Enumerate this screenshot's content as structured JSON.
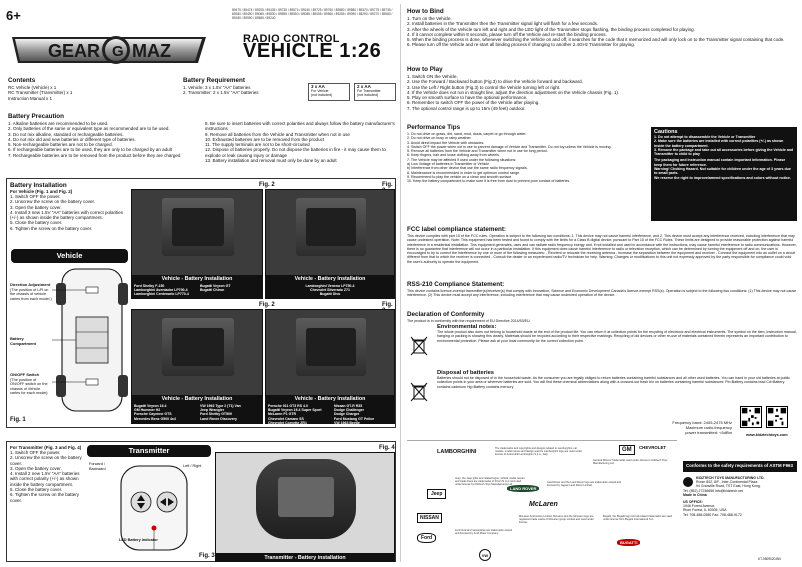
{
  "header": {
    "age": "6+",
    "model_codes": "89475 / 89474 / 89205 / 89435 / 89735 / 89574 / 89240 / 89725 / 89760 / 89880 / 89580 / 89370 / 89775 / 89735 / 89280 / 89490 / 89065 / 89830 / 89595 / 89550 / 89085 / 89055 / 89560 / 89255 / 89090 / 89290 / 89270 / 89580 / 89180 / 89590 / 89565 / 89240",
    "logo_text": "GEAR MAZ",
    "rc_title": "RADIO CONTROL",
    "rc_vehicle": "VEHICLE 1:26"
  },
  "contents": {
    "title": "Contents",
    "items": [
      "RC Vehicle (Vehicle) x 1",
      "RC Transmitter (Transmitter) x 1",
      "Instruction Manual x 1"
    ]
  },
  "battery_req": {
    "title": "Battery Requirement",
    "items": [
      "1.  Vehicle: 3 x 1.5V \"AA\" batteries",
      "2.  Transmitter: 2 x 1.5V \"AA\" batteries"
    ],
    "box1": {
      "label": "3 x AA",
      "line1": "For Vehicle",
      "line2": "(not included)"
    },
    "box2": {
      "label": "2 x AA",
      "line1": "For Transmitter",
      "line2": "(not included)"
    }
  },
  "precaution": {
    "title": "Battery Precaution",
    "left": [
      "1.  Alkaline batteries are recommended to be used.",
      "2.  Only batteries of the same or equivalent type as recommended are to be used.",
      "3.  Do not mix alkaline, standard or rechargeable batteries.",
      "4.  Do not mix old and new batteries or different type of batteries.",
      "5.  Non-rechargeable batteries are not to be charged.",
      "6.  If rechargeable batteries are to be used, they are only to be charged by an adult",
      "7.  Rechargeable batteries are to be removed from the product before they are charged"
    ],
    "right": [
      "8.  Be sure to insert batteries with correct polarities and always follow the battery manufacturer's instructions",
      "9.  Remove all batteries from the Vehicle and Transmitter when not in use",
      "10. Exhausted batteries are to be removed from the product",
      "11. The supply terminals are not to be short-circuited",
      "12. Dispose of batteries properly. Do not dispose the batteries in fire - it may cause them to explode or leak causing injury or damage",
      "13. Battery installation and removal must only be done by an adult"
    ]
  },
  "battery_install": {
    "title": "Battery  Installation",
    "subtitle": "For Vehicle (Fig. 1 and Fig. 2)",
    "steps": [
      "1.  Switch OFF the power.",
      "2.  Unscrew the screw on the battery cover.",
      "3.  Open the battery cover.",
      "4.  Install 3 new 1.5V \"AA\" batteries with correct polarities (+/-) as shown inside the battery compartment.",
      "5.  Close the battery cover.",
      "6.  Tighten the screw on the battery cover."
    ],
    "vehicle_label": "Vehicle",
    "direction_title": "Direction Adjustment",
    "direction_text": "(The position of L/R on the chassis of vehicle varies from each model.)",
    "battery_comp": "Battery Compartment",
    "onoff_title": "ON/OFF Switch",
    "onoff_text": "(The position of ON/OFF switch on the chassis of Vehicle varies for each model)",
    "fig1": "Fig. 1",
    "fig2": "Fig. 2",
    "cap_top_left": "Vehicle - Battery Installation",
    "cap_top_right": "Vehicle - Battery Installation",
    "cap_bottom_left": "Vehicle - Battery Installation",
    "cap_bottom_right": "Vehicle - Battery Installation",
    "list_tl_a": "Ford Shelby F-150\nLamborghini Aventador LP700-4\nLamborghini Centenario LP770-4",
    "list_tl_b": "Bugatti Veyron GT\nBugatti Chiron",
    "list_tr": "Lamborghini Veneno LP750-4\nChevrolet Silverado Z71\nBugatti Divo",
    "list_bl_a": "Bugatti Veyron 16.4\nGM Hummer H2\nPorsche Cayenne GTS\nMercedes Benz G500 4x4",
    "list_bl_b": "VW 1963 Type 2 (T1) Van\nJeep Wrangler\nFord Shelby GT500\nLand Rover Discovery",
    "list_br_a": "Porsche 911 GT3 RS 4.0\nBugatti Veyron 16.4 Super Sport\nMcLaren P1 GTR\nChevrolet Camaro SS\nChevrolet Corvette ZR1",
    "list_br_b": "Nissan GT-R R35\nDodge Challenger\nDodge Charger\nFord Mustang GT Police\nVW 1963 Beetle"
  },
  "transmitter": {
    "subtitle": "For Transmitter (Fig. 3 and Fig. 4)",
    "steps": [
      "1.  Switch OFF the power.",
      "2.  Unscrew the screw on the battery cover.",
      "3.  Open the battery cover.",
      "4.  Install 2 new 1.5V \"AA\" batteries with correct polarity (+/-) as shown inside the battery compartment.",
      "5.  Close the battery cover.",
      "6.  Tighten the screw on the battery cover."
    ],
    "label": "Transmitter",
    "forward": "Forward / Backward",
    "leftright": "Left / Right",
    "led": "LED Battery Indicator",
    "fig3": "Fig. 3",
    "fig4": "Fig. 4",
    "cap": "Transmitter - Battery installation"
  },
  "bind": {
    "title": "How to Bind",
    "steps": [
      "1.  Turn on the Vehicle.",
      "2.  Install batteries in the Transmitter then the Transmitter signal light will flash for a few seconds.",
      "3.  After the wheels of the Vehicle turn left and right and the LED light of the Transmitter stops flashing, the binding process completed for playing.",
      "4.  If it cannot complete within 8 seconds, please turn off the Vehicle and re-start the binding process.",
      "5.  When the binding process is done, whenever switching the Vehicle on and off, it searches for the code that it memorized and will only lock on to the Transmitter signal containing that code.",
      "6.  Please turn off the Vehicle and re-start all binding process if changing to another 2.4GHz Transmitter for playing."
    ]
  },
  "play": {
    "title": "How to Play",
    "steps": [
      "1.  Switch ON the Vehicle.",
      "2.  Use the Forward / Backward button (Fig.3) to drive the Vehicle forward and backward.",
      "3.  Use the Left / Right button (Fig.3) to control the Vehicle turning left or right.",
      "4.  If the Vehicle does not run in straight line, adjust the direction adjustment on the Vehicle chassis (Fig. 1).",
      "5.  Play on smooth surface to have the optional performance.",
      "6.  Remember to switch OFF the power of the Vehicle after playing.",
      "7.  The optional control range is up to 15m (49 feet) outdoor."
    ]
  },
  "perf": {
    "title": "Performance Tips",
    "steps": [
      "1.  Do not drive on grass, dirt, sand, mud, dusts, carpet or go through water.",
      "2.  Do not drive on busy or rainy weather.",
      "3.  Avoid direct impact the Vehicle with obstacles.",
      "4.  Switch OFF the power when not in use to prevent damage of Vehicle and Transmitter. Do not toy unless the Vehicle is moving.",
      "5.  Remove all batteries from the Vehicle and Transmitter when not in use for long period.",
      "6.  Keep fingers, hair and loose clothing away from wheels.",
      "7.  The Vehicle may be affected if used under the following situations:",
      "     a) Low Voltage of batteries in Transmitter or Vehicle",
      "     b) Interference from other device that use the same radio frequency signals.",
      "8.  Maintenance is recommended in order to get optimum control range.",
      "9.  Recommend to play the vehicle on a clean and smooth surface.",
      "10. Keep the battery compartment to make sure it is free from dust to prevent poor contact of batteries."
    ]
  },
  "cautions": {
    "title": "Cautions",
    "items": [
      "1.  Do not attempt to disassemble the Vehicle or Transmitter",
      "2.  Make sure the batteries are installed with correct polarities (+/-) as shown inside the battery compartment.",
      "3.  Remove the package and take out all accessories before giving the Vehicle and Transmitter to child to play"
    ],
    "note1": "The packaging and instruction manual contain important information. Please keep them for future reference.",
    "note2": "Warning! Choking Hazard. Not suitable for children under the age of 3 years due to small parts.",
    "note3": "We reserve the right to improve/amend specifications and colors without notice."
  },
  "fcc": {
    "title": "FCC label compliance statement:",
    "text": "This device complies with part 15 of the FCC rules. Operation is subject to the following two conditions: 1. This device may not cause harmful interference, and 2. This device must accept any interference received, including interference that may cause undesired operation. Note: This equipment has been tested and found to comply with the limits for a Class B digital device, pursuant to Part 15 of the FCC Rules. These limits are designed to provide reasonable protection against harmful interference in a residential installation. This equipment generates, uses and can radiate radio frequency energy and, if not installed and used in accordance with the instructions, may cause harmful interference to radio communications. However, there is no guarantee that interference will not occur in a particular installation. If this equipment does cause harmful interference to radio or television reception, which can be determined by turning the equipment off and on, the user is encouraged to try to correct the interference by one or more of the following measures: - Reorient or relocate the receiving antenna - Increase the separation between the equipment and receiver - Connect the equipment into an outlet on a circuit different from that to which the receiver is connected - Consult the dealer or an experienced radio/TV technician for help. Warning: Changes or modifications to this unit not expressly approved by the party responsible for compliance could void the user's authority to operate the equipment."
  },
  "rss": {
    "title": "RSS-210 Compliance Statement:",
    "text": "This device contains licence-exempt transmitter(s)/receiver(s) that comply with Innovation, Science and Economic Development Canada's licence-exempt RSS(s). Operation is subject to the following two conditions: (1) This device may not cause interference. (2) This device must accept any interference, including interference that may cause undesired operation of the device."
  },
  "doc": {
    "title": "Declaration of Conformity",
    "text": "The product is in conformity with the requirement of EU Directive 2014/53/EU."
  },
  "env": {
    "title": "Environmental notes:",
    "text": "The whole product also does not belong to household waste at the end of the product life. You can return it at collection points for the recycling of electronic and electrical instruments. The symbol on the item, instruction manual, hanging or packing is showing this clearly. Materials should be recycled according to their respective markings. Recycling of old devices or other re-use of materials contained therein represents an important contribution to environmental protection. Please ask at your local community for the correct collection point.",
    "batt_title": "Disposal of batteries",
    "batt_text": "Batteries should not be disposed of in the household waste. As the consumer you are legally obliged to return batteries containing harmful substances and all other used batteries. You can hand in your old batteries at public collection points in your area or wherever batteries are sold. You will find these chemical abbreviations along with a crossed-out trash bin on batteries containing harmful substances: Pb=Battery contains lead Cd=Battery contains cadmium Hg=Battery contains mercury"
  },
  "freq": {
    "line1": "Frequency band: 2405-2475 MHz",
    "line2": "Maximum radio-frequency",
    "line3": "power transmitted: <5dBm",
    "site": "www.kidztechtoys.com"
  },
  "licenses": {
    "jeep": "Jeep",
    "gm": "GM",
    "chevrolet": "CHEVROLET",
    "nissan": "NISSAN",
    "landrover": "LAND ROVER",
    "mclaren": "McLaren",
    "ford": "Ford",
    "bugatti": "BUGATTI",
    "vw": "VW",
    "lamborghini": "LAMBORGHINI",
    "text_jeep": "Jeep, the Jeep grille and related logos, vehicle model names and trade dress are trademarks of FCA US LLC and used under license by Kidztech Toys Manufacturing Ltd.",
    "text_lambo": "The trademarks and copyrights and designs related to Lamborghini, car models, model names and design and the Lamborghini logo are used under license of Automobili Lamborghini S.p.A., Italy.",
    "text_gm": "General Motors Trademarks used under license to Kidztech Toys Manufacturing Ltd.",
    "text_ford": "Ford Oval and nameplates are trademarks owned and licensed by Ford Motor Company.",
    "text_mclaren": "McLaren Automotive Limited, McLaren and the McLaren logo are registered trade marks of McLaren group Limited and used under license.",
    "text_landrover": "Land Rover and the Land Rover logo are trademarks owned and licensed by Jaguar Land Rover Limited.",
    "text_bugatti": "Bugatti, the Bugatti logo and all related trademarks are used under license from Bugatti International S.A."
  },
  "compliance": {
    "astm": "Conforms to the safety requirements of ASTM F963",
    "company": "KIDZTECH TOYS MANUFACTURING LTD.",
    "address1": "Room 802, 8/F., Inter-Continental Plaza",
    "address2": "94 Granville Road, TST East, Hong Kong.",
    "phone": "Tel: (852) 27236656    info@kidztech.net",
    "made": "Made in China",
    "us_office": "US OFFICE:",
    "us_addr": "1946 Forest Avenue,",
    "us_addr2": "River Forest, IL 60305, USA",
    "us_phone": "Tel: 708-488-0580    Fax: 708-488-9172",
    "part_no": "KT-0509020-BN"
  }
}
